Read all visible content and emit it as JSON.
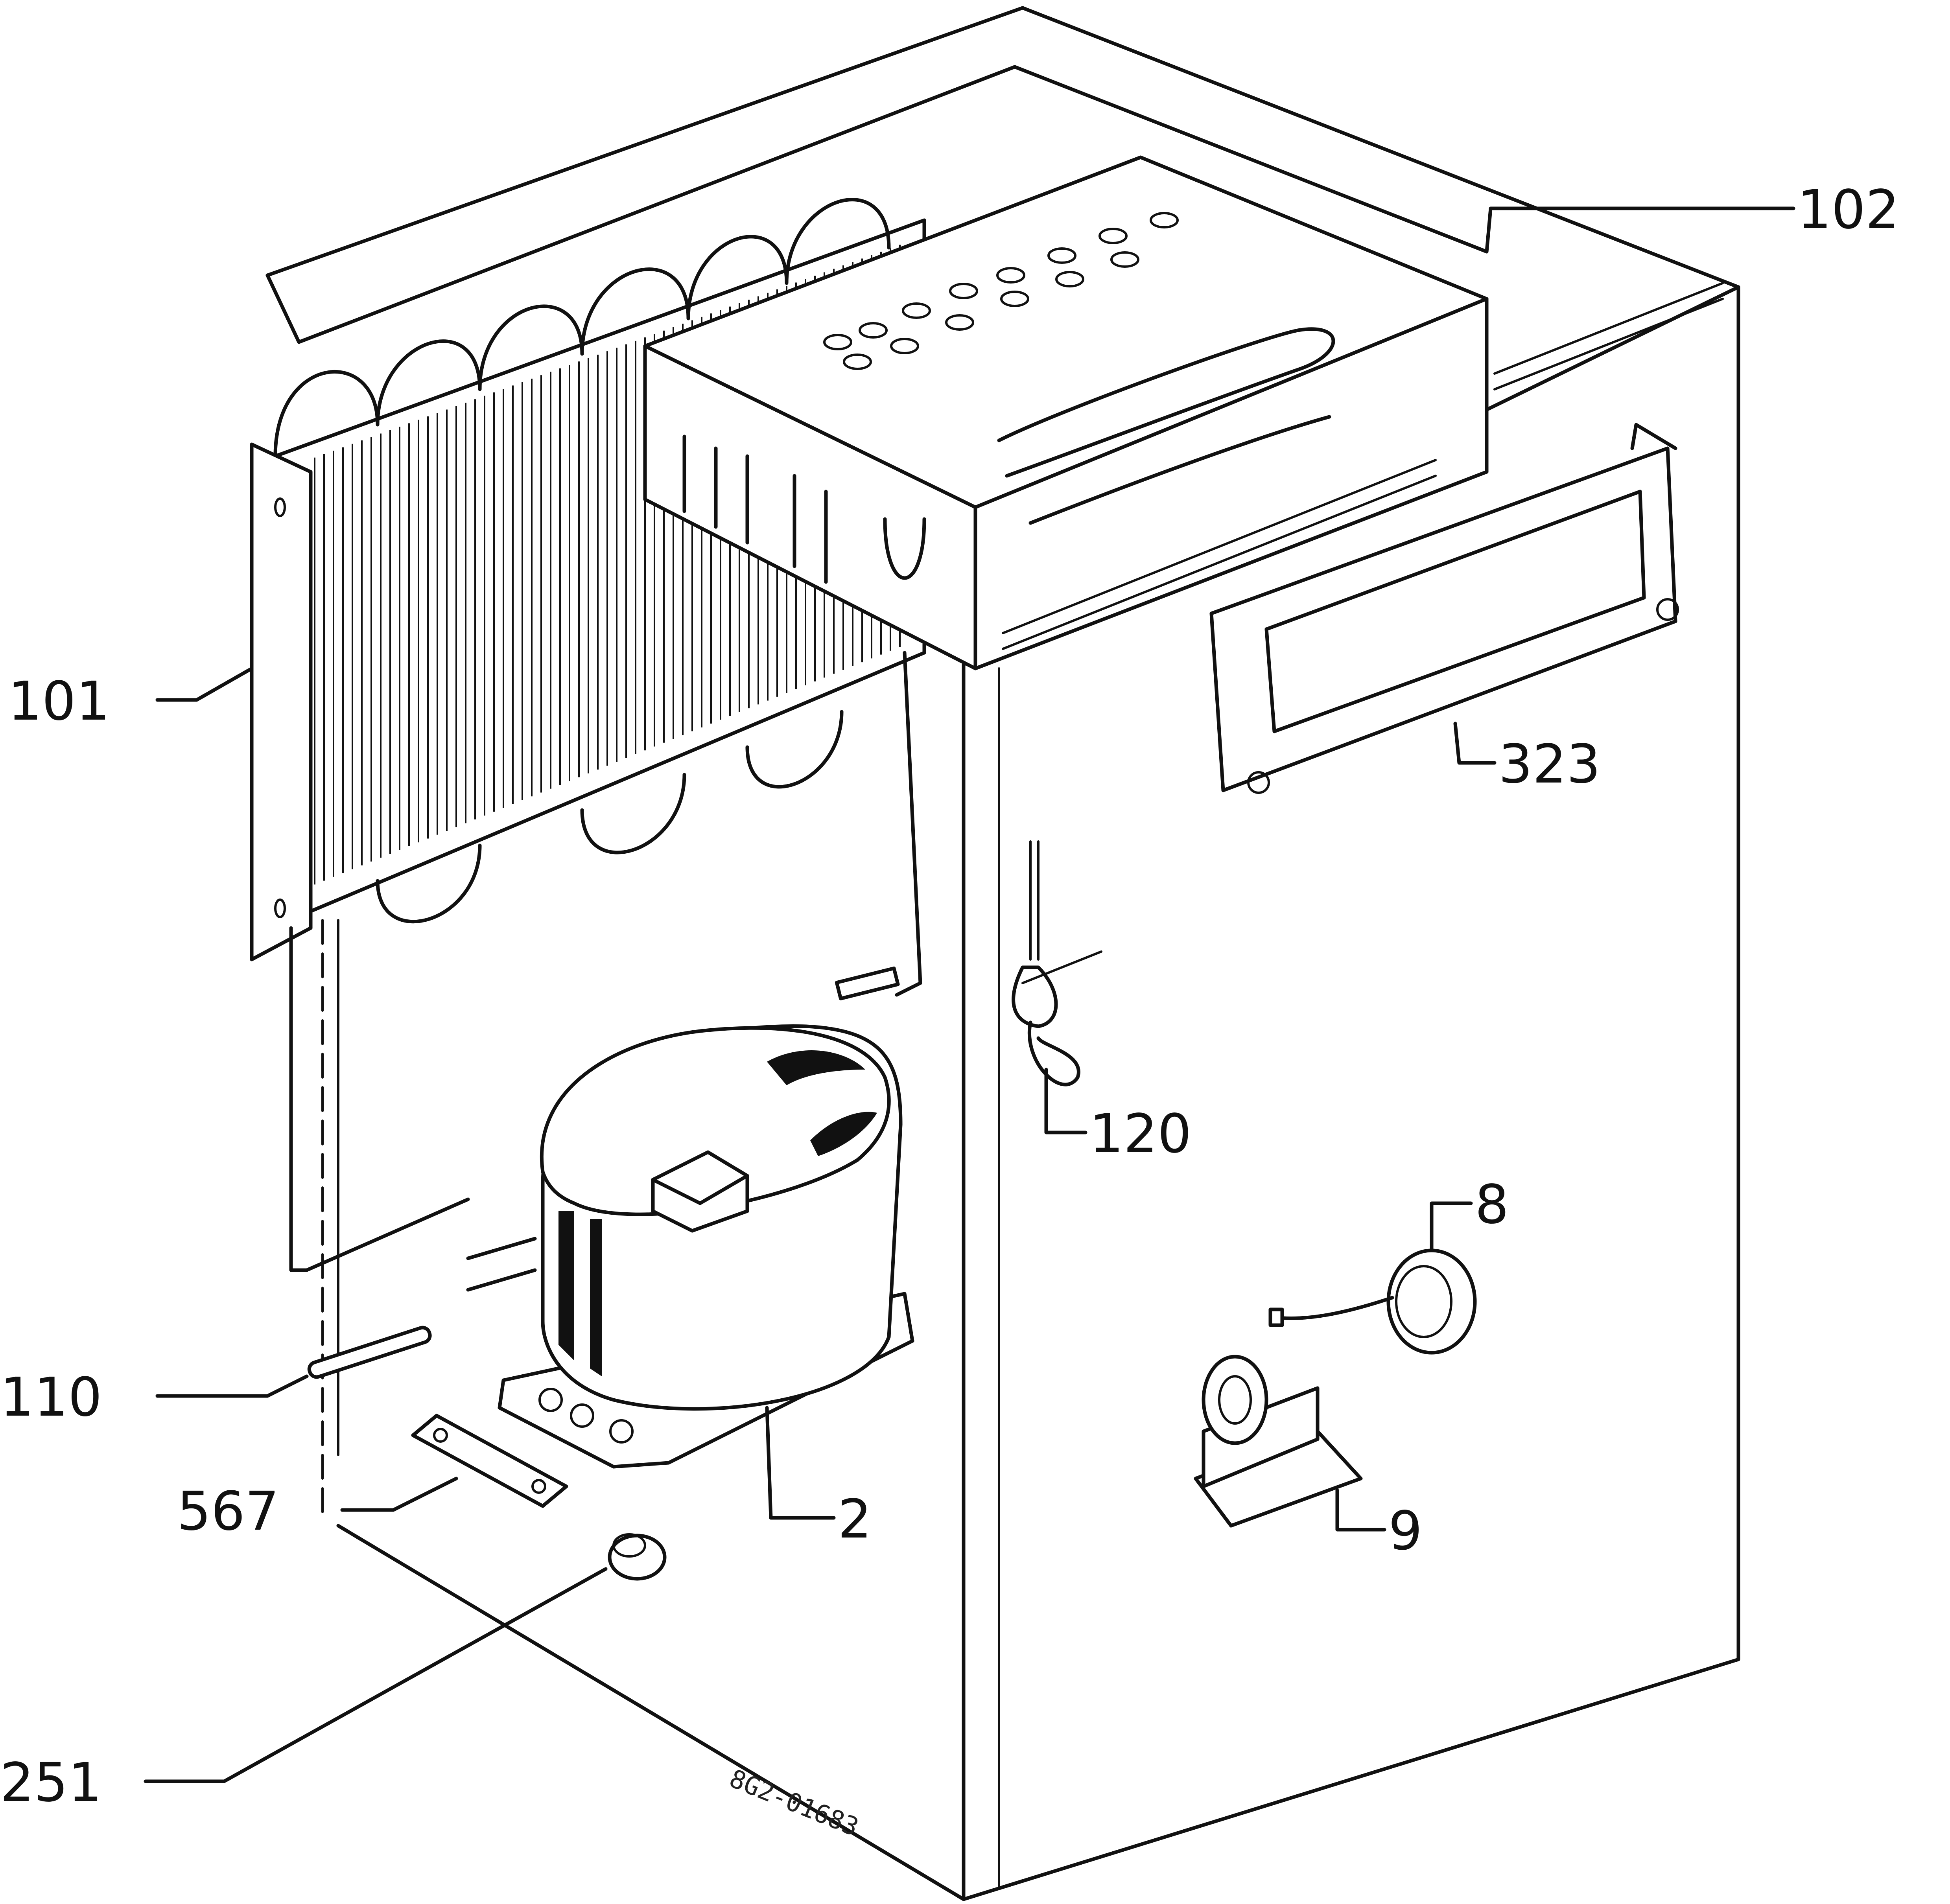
{
  "title": "",
  "drawing_code": "8G2-01683",
  "callouts": [
    {
      "id": "101",
      "part": "condenser"
    },
    {
      "id": "102",
      "part": "cabinet"
    },
    {
      "id": "323",
      "part": "bracket"
    },
    {
      "id": "120",
      "part": "thermostat-capillary"
    },
    {
      "id": "8",
      "part": "relay"
    },
    {
      "id": "9",
      "part": "starter-relay-holder"
    },
    {
      "id": "110",
      "part": "filter-drier"
    },
    {
      "id": "567",
      "part": "mounting-plate"
    },
    {
      "id": "2",
      "part": "compressor"
    },
    {
      "id": "251",
      "part": "rubber-grommet"
    }
  ],
  "colors": {
    "line": "#111111",
    "background": "#ffffff"
  }
}
